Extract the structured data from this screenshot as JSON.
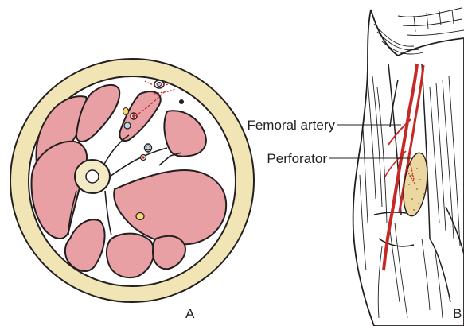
{
  "figure": {
    "panels": [
      {
        "id": "A",
        "label": "A"
      },
      {
        "id": "B",
        "label": "B"
      }
    ],
    "callouts": {
      "femoral_artery": "Femoral artery",
      "perforator": "Perforator"
    },
    "colors": {
      "muscle": "#e8a0a4",
      "fat_ring": "#f2e5b5",
      "bone": "#f2ebc6",
      "artery": "#c62a26",
      "outline": "#231f20",
      "flap_island": "#ecd7a0"
    }
  }
}
